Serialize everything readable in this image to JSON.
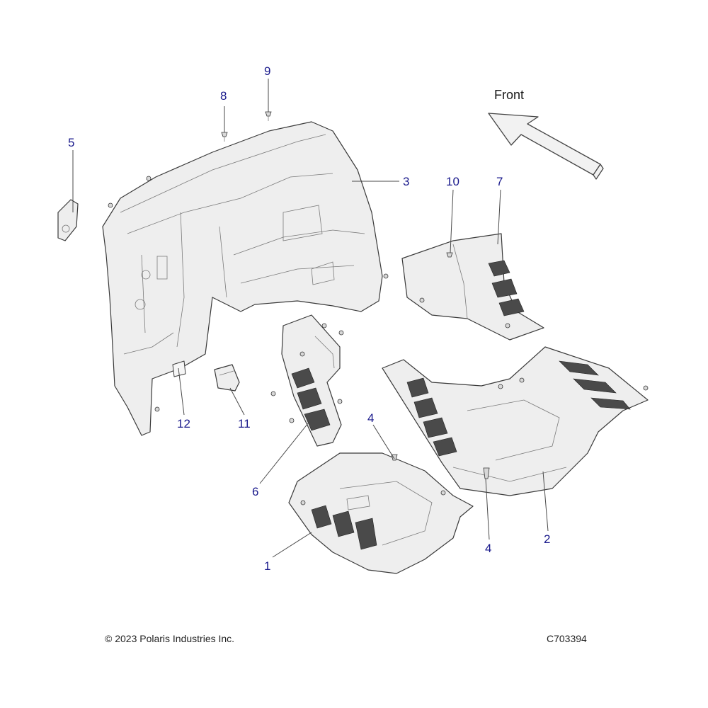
{
  "callouts": {
    "c1": "1",
    "c2": "2",
    "c3": "3",
    "c4a": "4",
    "c4b": "4",
    "c5": "5",
    "c6": "6",
    "c7": "7",
    "c8": "8",
    "c9": "9",
    "c10": "10",
    "c11": "11",
    "c12": "12"
  },
  "direction_label": "Front",
  "footer": {
    "copyright": "© 2023 Polaris Industries Inc.",
    "figure_id": "C703394"
  },
  "colors": {
    "callout": "#1a1a8c",
    "part_fill": "#eeeeee",
    "mat_fill": "#4a4a4a"
  }
}
